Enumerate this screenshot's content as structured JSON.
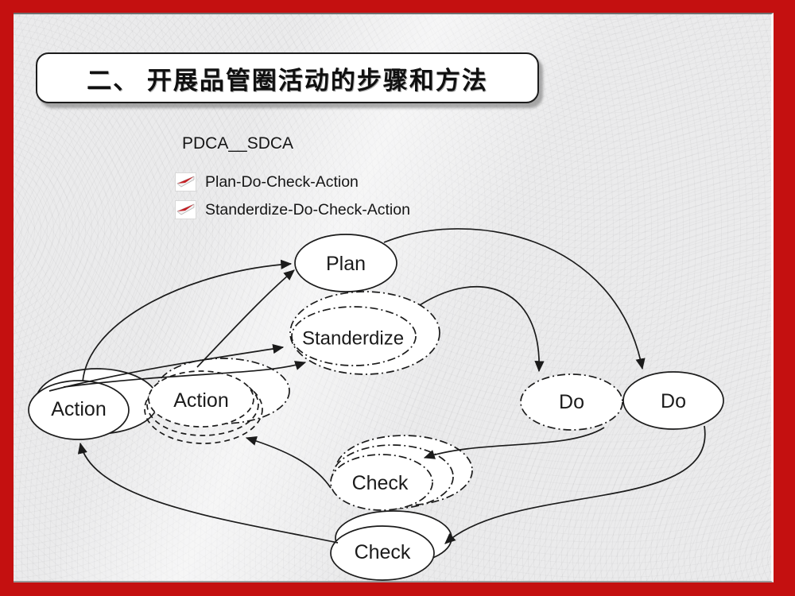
{
  "slide": {
    "title": "二、 开展品管圈活动的步骤和方法",
    "subtitle": "PDCA__SDCA",
    "bullets": [
      {
        "label": "Plan-Do-Check-Action"
      },
      {
        "label": "Standerdize-Do-Check-Action"
      }
    ],
    "colors": {
      "frame_red": "#c41010",
      "slide_background": "#ebebec",
      "ink": "#1b1b1b",
      "bullet_icon_red": "#c41f24",
      "title_fill": "#ffffff"
    }
  },
  "diagram": {
    "nodes": [
      {
        "id": "plan",
        "label": "Plan",
        "outline": "solid"
      },
      {
        "id": "standerdize",
        "label": "Standerdize",
        "outline": "dash-dot"
      },
      {
        "id": "action-solid",
        "label": "Action",
        "outline": "solid"
      },
      {
        "id": "action-dashed",
        "label": "Action",
        "outline": "dashed"
      },
      {
        "id": "do-dashed",
        "label": "Do",
        "outline": "dash-dot"
      },
      {
        "id": "do-solid",
        "label": "Do",
        "outline": "solid"
      },
      {
        "id": "check-dashdot",
        "label": "Check",
        "outline": "dash-dot"
      },
      {
        "id": "check-solid",
        "label": "Check",
        "outline": "solid"
      }
    ],
    "edges": [
      {
        "from": "action-solid",
        "to": "plan"
      },
      {
        "from": "action-dashed",
        "to": "plan"
      },
      {
        "from": "action-solid",
        "to": "standerdize"
      },
      {
        "from": "action-dashed",
        "to": "standerdize"
      },
      {
        "from": "plan",
        "to": "do-solid"
      },
      {
        "from": "standerdize",
        "to": "do-dashed"
      },
      {
        "from": "do-solid",
        "to": "check-solid"
      },
      {
        "from": "do-dashed",
        "to": "check-dashdot"
      },
      {
        "from": "check-solid",
        "to": "action-solid"
      },
      {
        "from": "check-dashdot",
        "to": "action-dashed"
      }
    ]
  }
}
